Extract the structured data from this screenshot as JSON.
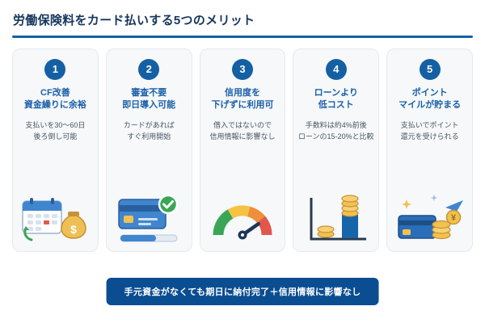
{
  "page": {
    "title": "労働保険料をカード払いする5つのメリット",
    "colors": {
      "accent": "#1261a5",
      "title_text": "#16365c",
      "heading_text": "#1a5fa8",
      "badge_bg": "#1460a3",
      "card_bg": "#f6f8fa",
      "banner_bg": "#0b4d91",
      "gauge_green": "#3aa655",
      "gauge_yellow": "#f5c242",
      "gauge_orange": "#ef8f3a",
      "gauge_red": "#e2574c",
      "coin_gold": "#f2c14e"
    }
  },
  "cards": [
    {
      "number": "1",
      "heading": "CF改善\n資金繰りに余裕",
      "description": "支払いを30〜60日\n後ろ倒し可能",
      "icon": "calendar-money-bag-icon"
    },
    {
      "number": "2",
      "heading": "審査不要\n即日導入可能",
      "description": "カードがあれば\nすぐ利用開始",
      "icon": "credit-card-approved-icon"
    },
    {
      "number": "3",
      "heading": "信用度を\n下げずに利用可",
      "description": "借入ではないので\n信用情報に影響なし",
      "icon": "credit-score-gauge-icon"
    },
    {
      "number": "4",
      "heading": "ローンより\n低コスト",
      "description": "手数料は約4%前後\nローンの15-20%と比較",
      "icon": "cost-comparison-chart-icon"
    },
    {
      "number": "5",
      "heading": "ポイント\nマイルが貯まる",
      "description": "支払いでポイント\n還元を受けられる",
      "icon": "points-miles-icon"
    }
  ],
  "banner": {
    "text": "手元資金がなくても期日に納付完了＋信用情報に影響なし"
  }
}
